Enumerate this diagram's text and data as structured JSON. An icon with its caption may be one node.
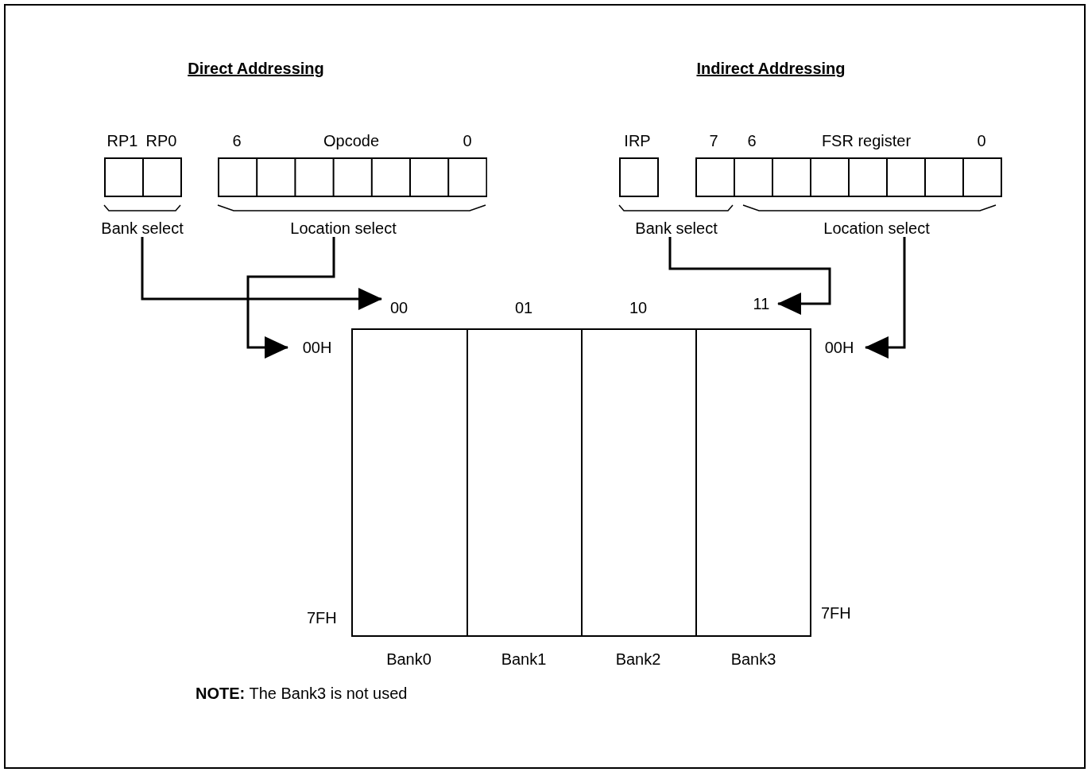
{
  "diagram": {
    "nodes": [
      {
        "text": [
          "RP1",
          "RP0"
        ]
      },
      {
        "text": [
          "6",
          "Opcode",
          "0"
        ]
      },
      {
        "text": [
          "IRP"
        ]
      },
      {
        "text": [
          "7",
          "6",
          "FSR register",
          "0"
        ]
      },
      {
        "text": [
          "Bank select"
        ]
      },
      {
        "text": [
          "Location select"
        ]
      },
      {
        "text": [
          "Bank select"
        ]
      },
      {
        "text": [
          "Location select"
        ]
      },
      {
        "text": [
          "00"
        ]
      },
      {
        "text": [
          "11"
        ]
      },
      {
        "text": [
          "00H"
        ]
      },
      {
        "text": [
          "00H"
        ]
      },
      {
        "text": [
          "Bank0"
        ]
      },
      {
        "text": [
          "Bank1"
        ]
      },
      {
        "text": [
          "Bank2"
        ]
      },
      {
        "text": [
          "Bank3"
        ]
      }
    ],
    "edges": [
      {
        "from": 4,
        "to": 8,
        "arrow": "to"
      },
      {
        "from": 5,
        "to": 10,
        "arrow": "to"
      },
      {
        "from": 6,
        "to": 9,
        "arrow": "to"
      },
      {
        "from": 7,
        "to": 11,
        "arrow": "to"
      }
    ],
    "labels": [
      "Direct Addressing",
      "Indirect Addressing",
      "01",
      "10",
      "7FH",
      "7FH",
      "**NOTE:** The Bank3 is not used"
    ]
  }
}
